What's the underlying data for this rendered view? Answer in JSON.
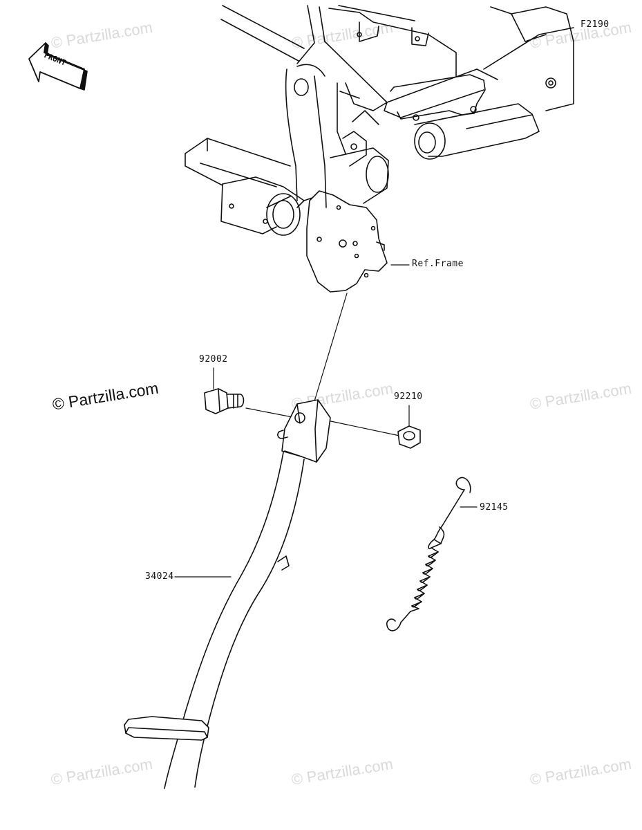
{
  "diagram_code": "F2190",
  "front_label": "FRONT",
  "copyright": "© Partzilla.com",
  "watermark": "© Partzilla.com",
  "parts": [
    {
      "id": "92002"
    },
    {
      "id": "92210"
    },
    {
      "id": "92145"
    },
    {
      "id": "34024"
    }
  ],
  "reference": {
    "label": "Ref.Frame"
  }
}
